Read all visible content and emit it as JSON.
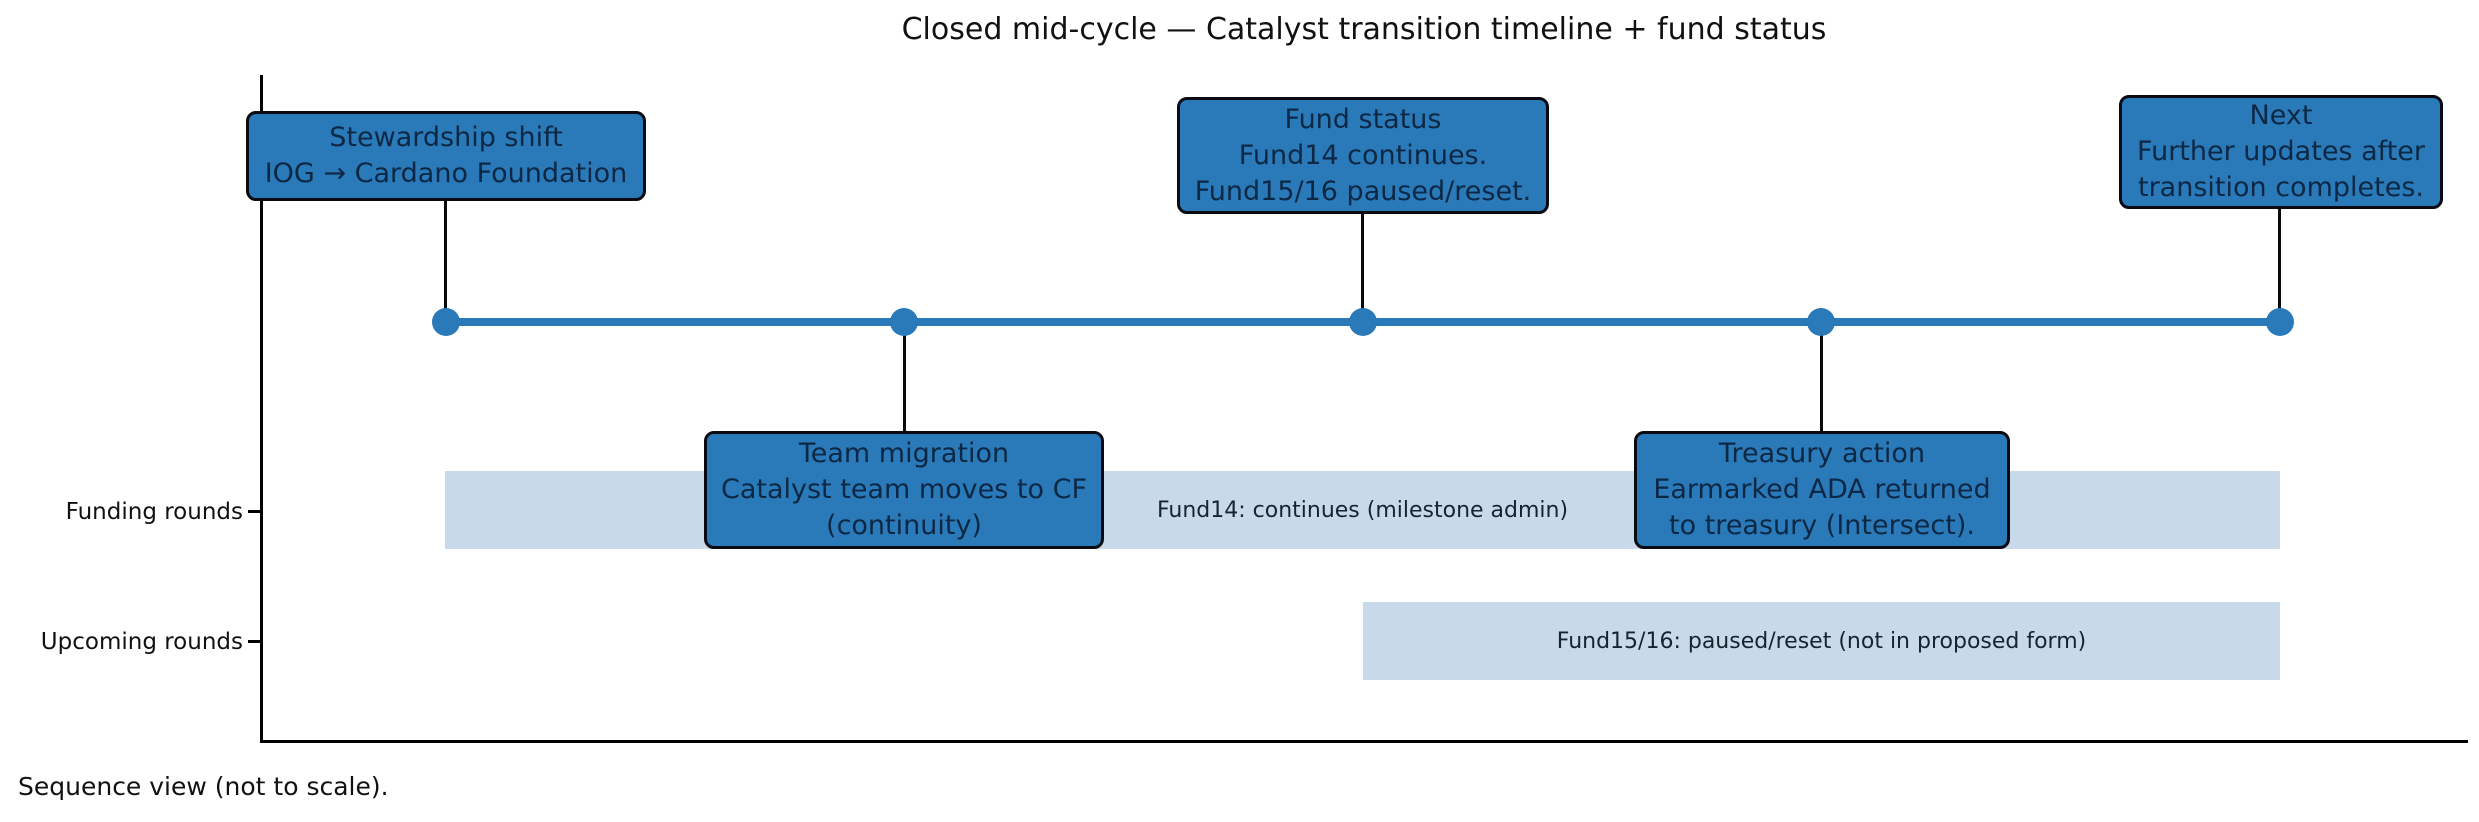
{
  "title": "Closed mid-cycle — Catalyst transition timeline + fund status",
  "footer": "Sequence view (not to scale).",
  "colors": {
    "timeline_blue": "#2a79b8",
    "event_box_fill": "#2a79b8",
    "event_box_border": "#0a0a12",
    "event_box_text": "#0d2845",
    "gantt_bar_fill": "#c8d9ea",
    "gantt_bar_text": "#15242f",
    "axis_color": "#000000",
    "background": "#ffffff"
  },
  "timeline": {
    "events": [
      {
        "id": "stewardship-shift",
        "side": "above",
        "lines": [
          "Stewardship shift",
          "IOG → Cardano Foundation"
        ]
      },
      {
        "id": "team-migration",
        "side": "below",
        "lines": [
          "Team migration",
          "Catalyst team moves to CF",
          "(continuity)"
        ]
      },
      {
        "id": "fund-status",
        "side": "above",
        "lines": [
          "Fund status",
          "Fund14 continues.",
          "Fund15/16 paused/reset."
        ]
      },
      {
        "id": "treasury-action",
        "side": "below",
        "lines": [
          "Treasury action",
          "Earmarked ADA returned",
          "to treasury (Intersect)."
        ]
      },
      {
        "id": "next",
        "side": "above",
        "lines": [
          "Next",
          "Further updates after",
          "transition completes."
        ]
      }
    ]
  },
  "gantt": {
    "rows": [
      {
        "label": "Funding rounds",
        "bar": "Fund14: continues (milestone admin)"
      },
      {
        "label": "Upcoming rounds",
        "bar": "Fund15/16: paused/reset (not in proposed form)"
      }
    ]
  },
  "chart_data": {
    "type": "timeline-gantt",
    "title": "Closed mid-cycle — Catalyst transition timeline + fund status",
    "milestones": [
      "Stewardship shift: IOG → Cardano Foundation",
      "Team migration: Catalyst team moves to CF (continuity)",
      "Fund status: Fund14 continues. Fund15/16 paused/reset.",
      "Treasury action: Earmarked ADA returned to treasury (Intersect).",
      "Next: Further updates after transition completes."
    ],
    "milestone_positions": [
      1,
      2,
      3,
      4,
      5
    ],
    "rows": [
      {
        "label": "Funding rounds",
        "bar_text": "Fund14: continues (milestone admin)",
        "span": [
          1,
          5
        ]
      },
      {
        "label": "Upcoming rounds",
        "bar_text": "Fund15/16: paused/reset (not in proposed form)",
        "span": [
          3,
          5
        ]
      }
    ],
    "xlim": [
      1,
      5
    ],
    "grid": false,
    "note": "Sequence view (not to scale)."
  }
}
